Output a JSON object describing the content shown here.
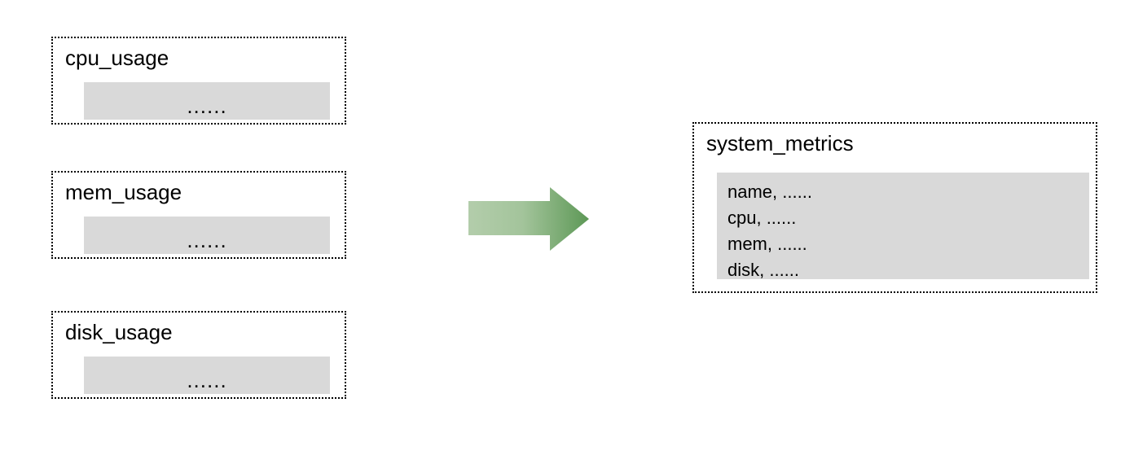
{
  "diagram": {
    "title": "",
    "type": "data-aggregation-flow",
    "colors": {
      "box_border": "#000000",
      "payload_fill": "#d9d9d9",
      "arrow_gradient_start": "#a9c7a0",
      "arrow_gradient_end": "#5f9a58",
      "background": "#ffffff",
      "text": "#000000"
    },
    "sources": [
      {
        "id": "cpu_usage",
        "title": "cpu_usage",
        "payload_dots": "......"
      },
      {
        "id": "mem_usage",
        "title": "mem_usage",
        "payload_dots": "......"
      },
      {
        "id": "disk_usage",
        "title": "disk_usage",
        "payload_dots": "......"
      }
    ],
    "arrow": {
      "name": "merge-arrow",
      "direction": "right",
      "label": ""
    },
    "target": {
      "id": "system_metrics",
      "title": "system_metrics",
      "payload_lines": [
        "name, ......",
        "cpu, ......",
        "mem, ......",
        "disk, ......"
      ]
    }
  }
}
